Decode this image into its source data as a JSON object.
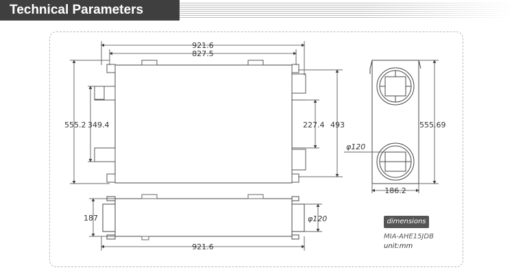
{
  "header": {
    "title": "Technical Parameters"
  },
  "dimensions": {
    "overall_width": "921.6",
    "body_width": "827.5",
    "overall_height": "555.2",
    "port_span": "349.4",
    "inner_span": "227.4",
    "body_height": "493",
    "port_diameter_front": "φ120",
    "side_height": "555.69",
    "side_depth": "186.2",
    "bottom_height": "187",
    "bottom_port_diameter": "φ120",
    "bottom_width": "921.6"
  },
  "legend": {
    "badge": "dimensions",
    "model": "MIA-AHE15JDB",
    "unit": "unit:mm"
  }
}
